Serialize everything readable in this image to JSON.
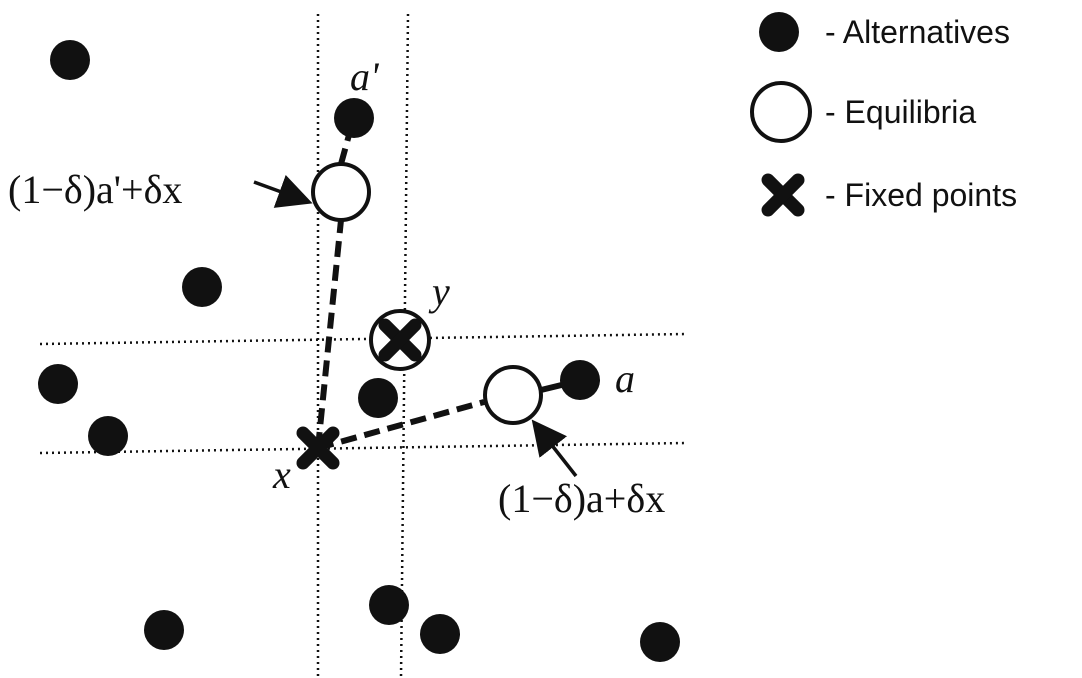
{
  "legend": {
    "alternatives": "- Alternatives",
    "equilibria": "- Equilibria",
    "fixed_points": "- Fixed points"
  },
  "labels": {
    "a_prime": "a'",
    "a": "a",
    "x": "x",
    "y": "y",
    "eq_a_prime_formula": "(1−δ)a'+δx",
    "eq_a_formula": "(1−δ)a+δx"
  },
  "colors": {
    "ink": "#111111",
    "background": "#ffffff"
  },
  "icons": {
    "alternative": "filled-circle-icon",
    "equilibrium": "open-circle-icon",
    "fixed_point": "x-cross-icon"
  }
}
